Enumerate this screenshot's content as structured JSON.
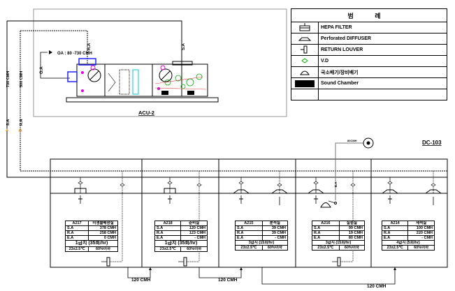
{
  "legend": {
    "title": "범 례",
    "items": [
      {
        "icon": "hepa-filter-icon",
        "label": "HEPA FILTER"
      },
      {
        "icon": "perforated-diffuser-icon",
        "label": "Perforated DIFFUSER"
      },
      {
        "icon": "return-louver-icon",
        "label": "RETURN LOUVER"
      },
      {
        "icon": "volume-damper-icon",
        "label": "V.D"
      },
      {
        "icon": "local-exhaust-icon",
        "label": "국소배기/장비배기"
      },
      {
        "icon": "sound-chamber-icon",
        "label": "Sound Chamber"
      },
      {
        "icon": "",
        "label": ""
      }
    ]
  },
  "acu": {
    "label": "ACU-2",
    "oa_text": "OA : 80 -730  CMH",
    "oa": "O.A",
    "ra": "R.A",
    "sa": "S.A"
  },
  "mains": {
    "sa_flow": "730 CMH",
    "ra_flow": "500 CMH",
    "sa": "S.A",
    "ra": "R.A"
  },
  "exhaust": {
    "fan": "DC-103",
    "flow": "80CMH",
    "ea": "E.A"
  },
  "rooms": [
    {
      "id": "A217",
      "name": "미생물배양실",
      "sa": "378  CMH",
      "ra": "258  CMH",
      "ea": "0  CMH",
      "grade": "1급지 (35회/hr)",
      "temp": "23±2.5℃",
      "hum": "60%이하"
    },
    {
      "id": "A218",
      "name": "준비실",
      "sa": "120  CMH",
      "ra": "123  CMH",
      "ea": "-  CMH",
      "grade": "1급지 (35회/hr)",
      "temp": "23±2.5℃",
      "hum": "60%이하"
    },
    {
      "id": "A215",
      "name": "분석실",
      "sa": "39  CMH",
      "ra": "39  CMH",
      "ea": "-  CMH",
      "grade": "3급지 (15회/hr)",
      "temp": "23±2.5℃",
      "hum": "60%이하"
    },
    {
      "id": "A216",
      "name": "실험실",
      "sa": "99  CMH",
      "ra": "19  CMH",
      "ea": "80  CMH",
      "grade": "3급지 (15회/hr)",
      "temp": "23±2.5℃",
      "hum": "60%이하"
    },
    {
      "id": "A214",
      "name": "세척실",
      "sa": "100  CMH",
      "ra": "220  CMH",
      "ea": "-  CMH",
      "grade": "4급지 (5회/hr)",
      "temp": "23±2.5℃",
      "hum": "60%이하"
    }
  ],
  "row_labels": {
    "sa": "S.A",
    "ra": "R.A",
    "ea": "E.A"
  },
  "transfers": [
    "120 CMH",
    "120 CMH",
    "120 CMH"
  ],
  "colors": {
    "line": "#000000",
    "magenta": "#e000e0",
    "blue": "#2020ff",
    "green": "#00b000",
    "red": "#d04040",
    "cyan": "#00c8d0",
    "orange": "#e8a040"
  }
}
